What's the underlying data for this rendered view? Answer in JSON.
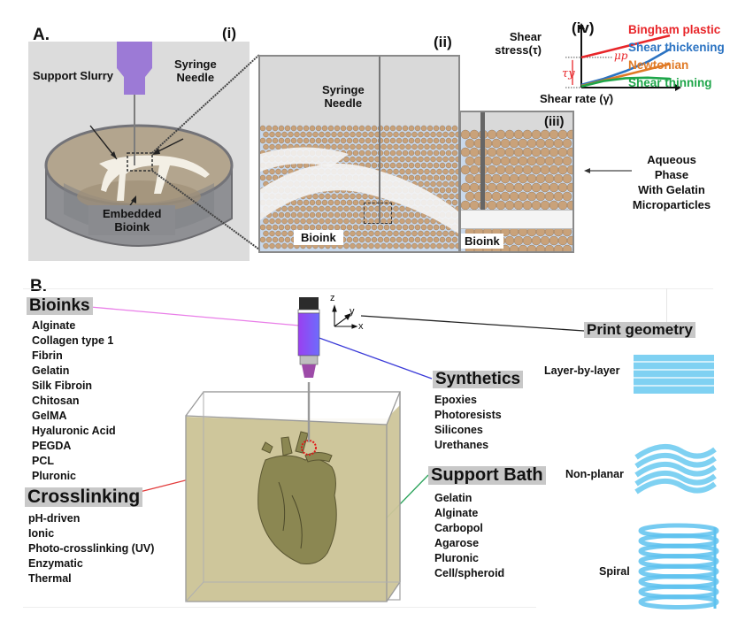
{
  "panel_a": {
    "letter": "A.",
    "subpanels": {
      "i": "(i)",
      "ii": "(ii)",
      "iii": "(iii)",
      "iv": "(iv)"
    },
    "i_labels": {
      "support_slurry": "Support Slurry",
      "syringe_needle_1": "Syringe",
      "syringe_needle_2": "Needle",
      "embedded_bioink_1": "Embedded",
      "embedded_bioink_2": "Bioink"
    },
    "ii_labels": {
      "syringe_needle_1": "Syringe",
      "syringe_needle_2": "Needle",
      "bioink": "Bioink"
    },
    "iii_labels": {
      "bioink": "Bioink",
      "aqueous_1": "Aqueous",
      "aqueous_2": "Phase",
      "aqueous_3": "With Gelatin",
      "aqueous_4": "Microparticles"
    }
  },
  "chart_data": {
    "type": "line",
    "title": "(iv)",
    "ylabel_line1": "Shear",
    "ylabel_line2": "stress(τ)",
    "xlabel": "Shear rate (γ̇)",
    "annotations": {
      "yield_stress": "τy",
      "plastic_viscosity": "μp"
    },
    "x": [
      0,
      0.25,
      0.5,
      0.75,
      1.0
    ],
    "ylim": [
      0,
      1
    ],
    "xlim": [
      0,
      1
    ],
    "grid": false,
    "legend": "right",
    "series": [
      {
        "name": "Bingham plastic",
        "color": "#e8262a",
        "values": [
          0.55,
          0.65,
          0.75,
          0.85,
          0.95
        ]
      },
      {
        "name": "Shear thickening",
        "color": "#2b73c2",
        "values": [
          0.05,
          0.16,
          0.3,
          0.47,
          0.7
        ]
      },
      {
        "name": "Newtonian",
        "color": "#e07a26",
        "values": [
          0.03,
          0.13,
          0.23,
          0.33,
          0.43
        ]
      },
      {
        "name": "Shear thinning",
        "color": "#1fa64a",
        "values": [
          0.02,
          0.12,
          0.17,
          0.18,
          0.16
        ]
      }
    ]
  },
  "panel_b": {
    "letter": "B.",
    "axes": {
      "z": "z",
      "y": "y",
      "x": "x"
    },
    "bioinks": {
      "header": "Bioinks",
      "items": [
        "Alginate",
        "Collagen type 1",
        "Fibrin",
        "Gelatin",
        "Silk Fibroin",
        "Chitosan",
        "GelMA",
        "Hyaluronic Acid",
        "PEGDA",
        "PCL",
        "Pluronic"
      ],
      "line_color": "#e97ee8"
    },
    "crosslinking": {
      "header": "Crosslinking",
      "items": [
        "pH-driven",
        "Ionic",
        "Photo-crosslinking (UV)",
        "Enzymatic",
        "Thermal"
      ],
      "line_color": "#e23a3a"
    },
    "synthetics": {
      "header": "Synthetics",
      "items": [
        "Epoxies",
        "Photoresists",
        "Silicones",
        "Urethanes"
      ],
      "line_color": "#3a3ad8"
    },
    "support_bath": {
      "header": "Support Bath",
      "items": [
        "Gelatin",
        "Alginate",
        "Carbopol",
        "Agarose",
        "Pluronic",
        "Cell/spheroid"
      ],
      "line_color": "#2aa35a"
    },
    "print_geometry": {
      "header": "Print geometry",
      "items": [
        "Layer-by-layer",
        "Non-planar",
        "Spiral"
      ],
      "fill_color": "#7fd1f2"
    }
  }
}
